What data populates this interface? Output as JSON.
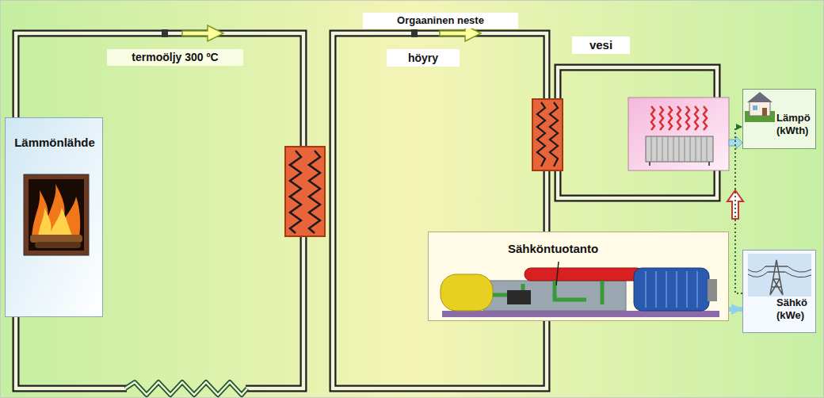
{
  "diagram": {
    "nodes": [
      {
        "text": [
          "Lämmönlähde"
        ]
      },
      {
        "text": [
          "Lämpö (kWth)"
        ]
      },
      {
        "text": [
          "Sähköntuotanto"
        ]
      },
      {
        "text": [
          "Sähkö (kWe)"
        ]
      }
    ],
    "edges": [
      {
        "from": 2,
        "to": 3,
        "arrow": "to"
      },
      {
        "from": 3,
        "to": 1,
        "arrow": "to"
      }
    ],
    "labels": [
      "termoöljy 300 ºC",
      "Orgaaninen neste",
      "höyry",
      "vesi"
    ]
  }
}
